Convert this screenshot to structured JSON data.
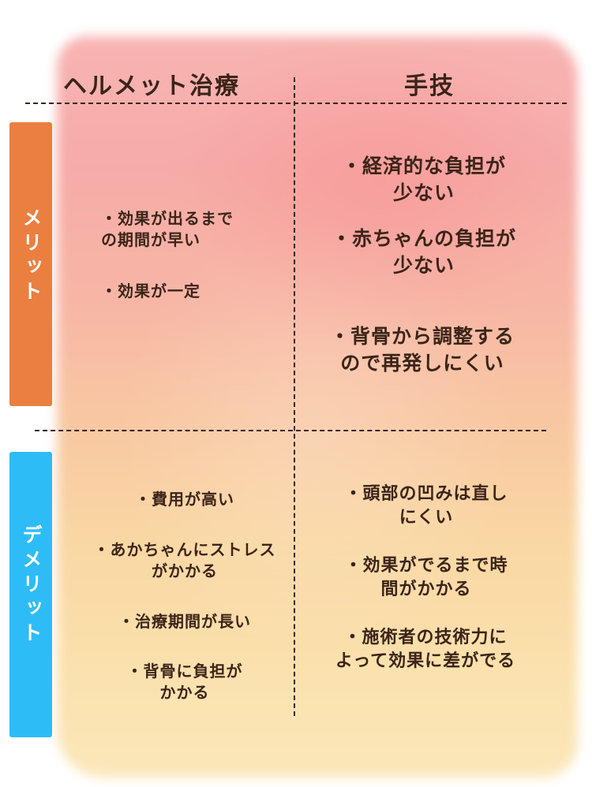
{
  "headers": {
    "helmet": "ヘルメット治療",
    "manual": "手技"
  },
  "rows": {
    "merit": "メリット",
    "demerit": "デメリット"
  },
  "colors": {
    "merit_tab": "#ea7f40",
    "demerit_tab": "#2ebcf6",
    "text": "#3b2418"
  },
  "cells": {
    "merit_helmet": [
      "・効果が出るまで\nの期間が早い",
      "・効果が一定"
    ],
    "merit_manual": [
      "・経済的な負担が\n少ない",
      "・赤ちゃんの負担が\n少ない",
      "・背骨から調整する\nので再発しにくい"
    ],
    "demerit_helmet": [
      "・費用が高い",
      "・あかちゃんにストレス\nがかかる",
      "・治療期間が長い",
      "・背骨に負担が\nかかる"
    ],
    "demerit_manual": [
      "・頭部の凹みは直し\nにくい",
      "・効果がでるまで時\n間がかかる",
      "・施術者の技術力に\nよって効果に差がでる"
    ]
  }
}
